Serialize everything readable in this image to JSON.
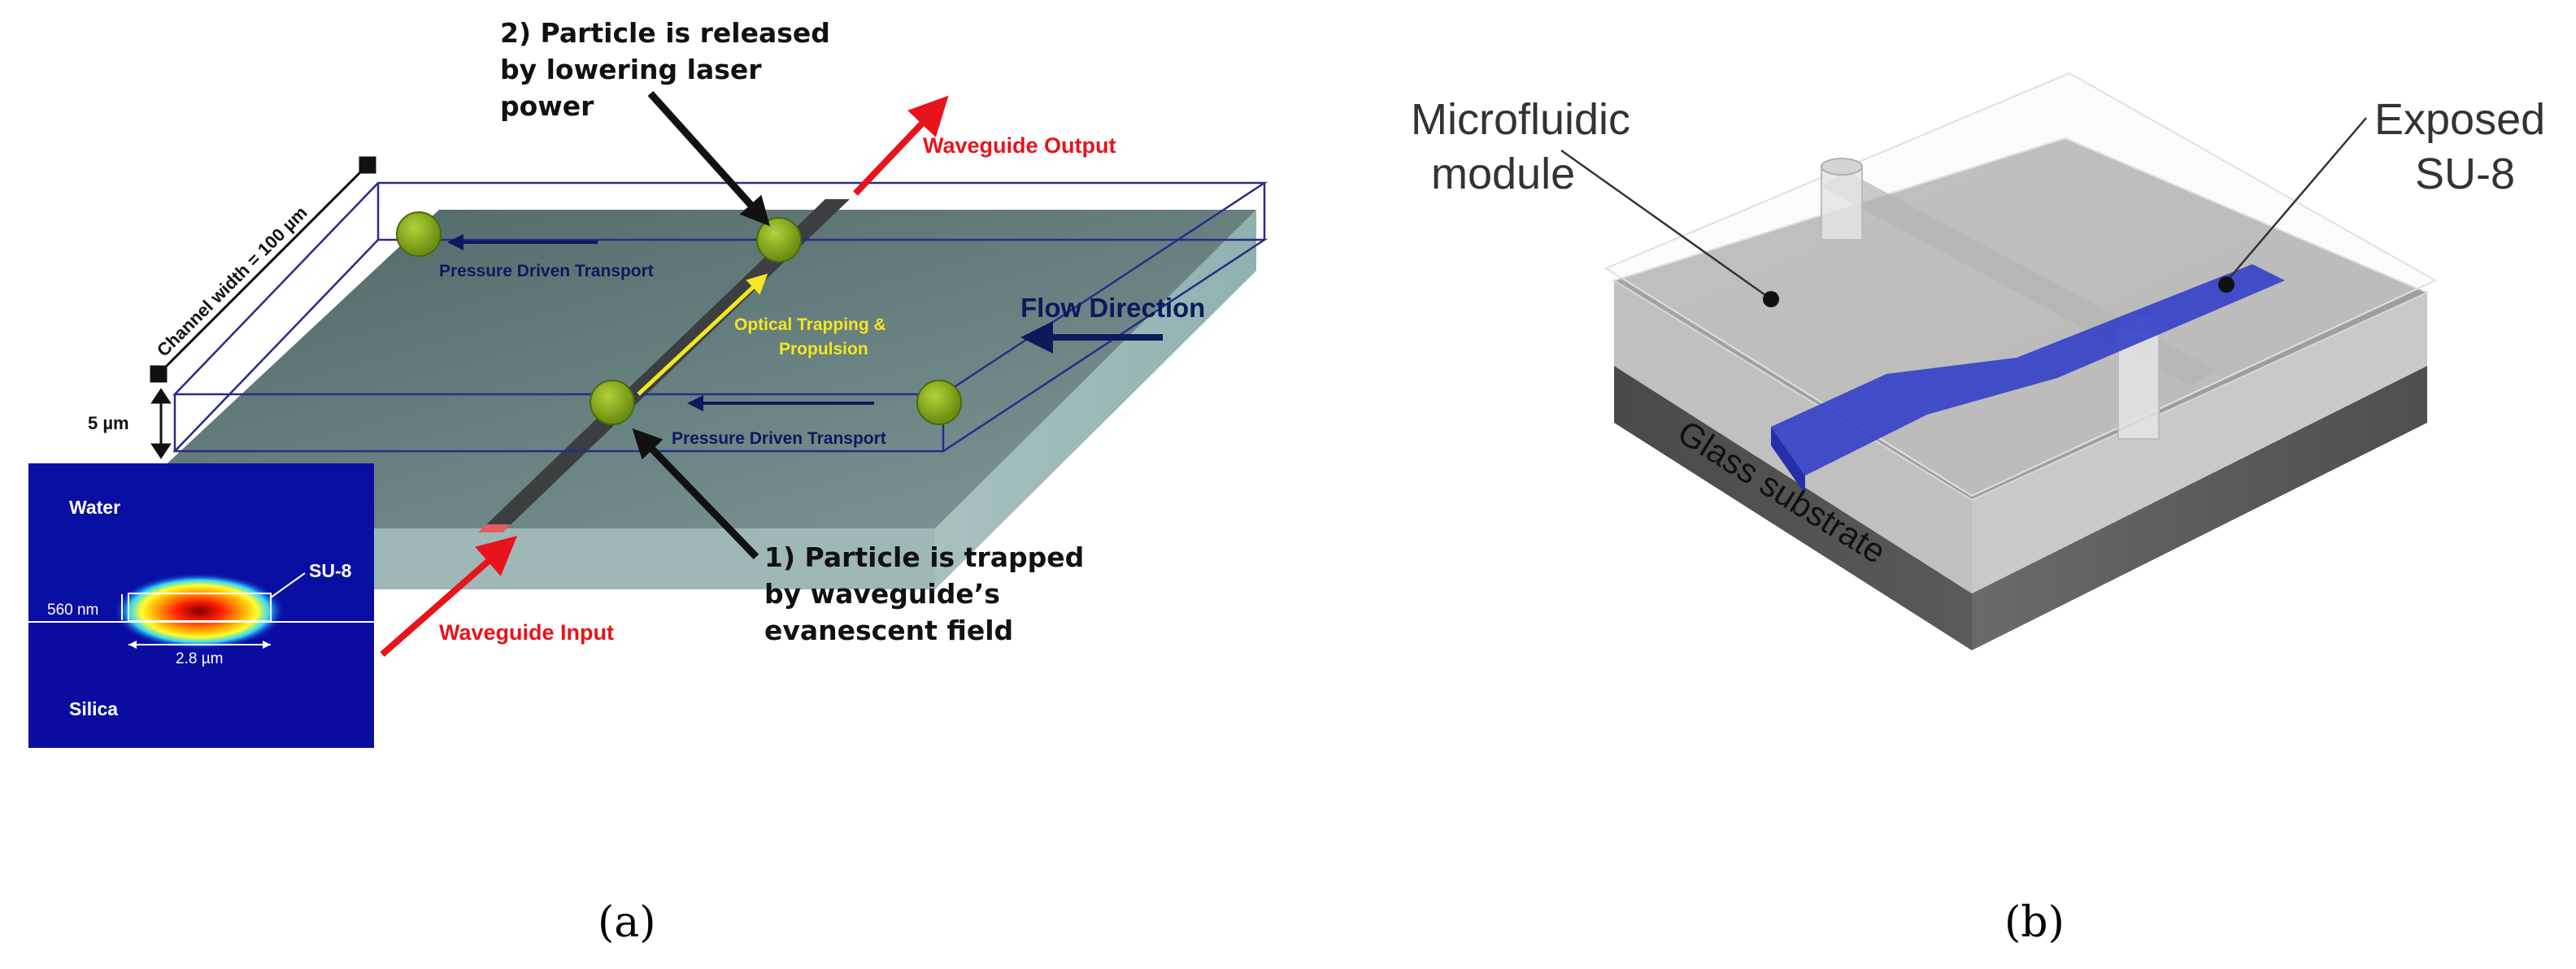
{
  "panel_a": {
    "annotations": {
      "step2_line1": "2) Particle is released",
      "step2_line2": "by lowering laser",
      "step2_line3": "power",
      "step1_line1": "1) Particle is trapped",
      "step1_line2": "by waveguide’s",
      "step1_line3": "evanescent field",
      "waveguide_output": "Waveguide Output",
      "waveguide_input": "Waveguide Input",
      "flow_direction": "Flow Direction",
      "pressure_top": "Pressure Driven Transport",
      "pressure_bottom": "Pressure Driven Transport",
      "optical_line1": "Optical Trapping &",
      "optical_line2": "Propulsion",
      "channel_width": "Channel width = 100 µm",
      "height": "5 µm"
    },
    "inset": {
      "water": "Water",
      "silica": "Silica",
      "su8": "SU-8",
      "thickness": "560 nm",
      "width": "2.8 µm"
    },
    "caption": "(a)"
  },
  "panel_b": {
    "labels": {
      "microfluidic_line1": "Microfluidic",
      "microfluidic_line2": "module",
      "exposed_line1": "Exposed",
      "exposed_line2": "SU-8",
      "glass_substrate": "Glass substrate"
    },
    "caption": "(b)"
  },
  "colors": {
    "red_arrow": "#e8131b",
    "navy": "#0b1a5c",
    "yellow": "#f4e622",
    "particle": "#8fb31b",
    "su8_blue": "#3340c8"
  }
}
